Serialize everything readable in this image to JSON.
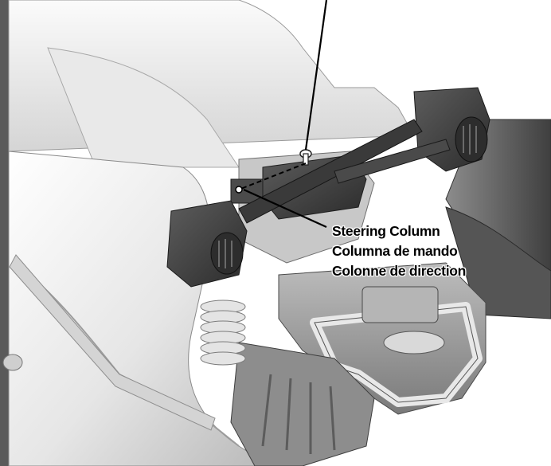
{
  "callout": {
    "label_en": "Steering Column",
    "label_es": "Columna de mando",
    "label_fr": "Colonne de direction"
  },
  "colors": {
    "line": "#000000",
    "body_light": "#f2f2f2",
    "body_mid": "#cfcfcf",
    "body_dark": "#6e6e6e",
    "part_dark": "#3c3c3c",
    "left_bar": "#5a5a5a"
  },
  "icons": [
    "bolt-icon",
    "spring-icon"
  ]
}
